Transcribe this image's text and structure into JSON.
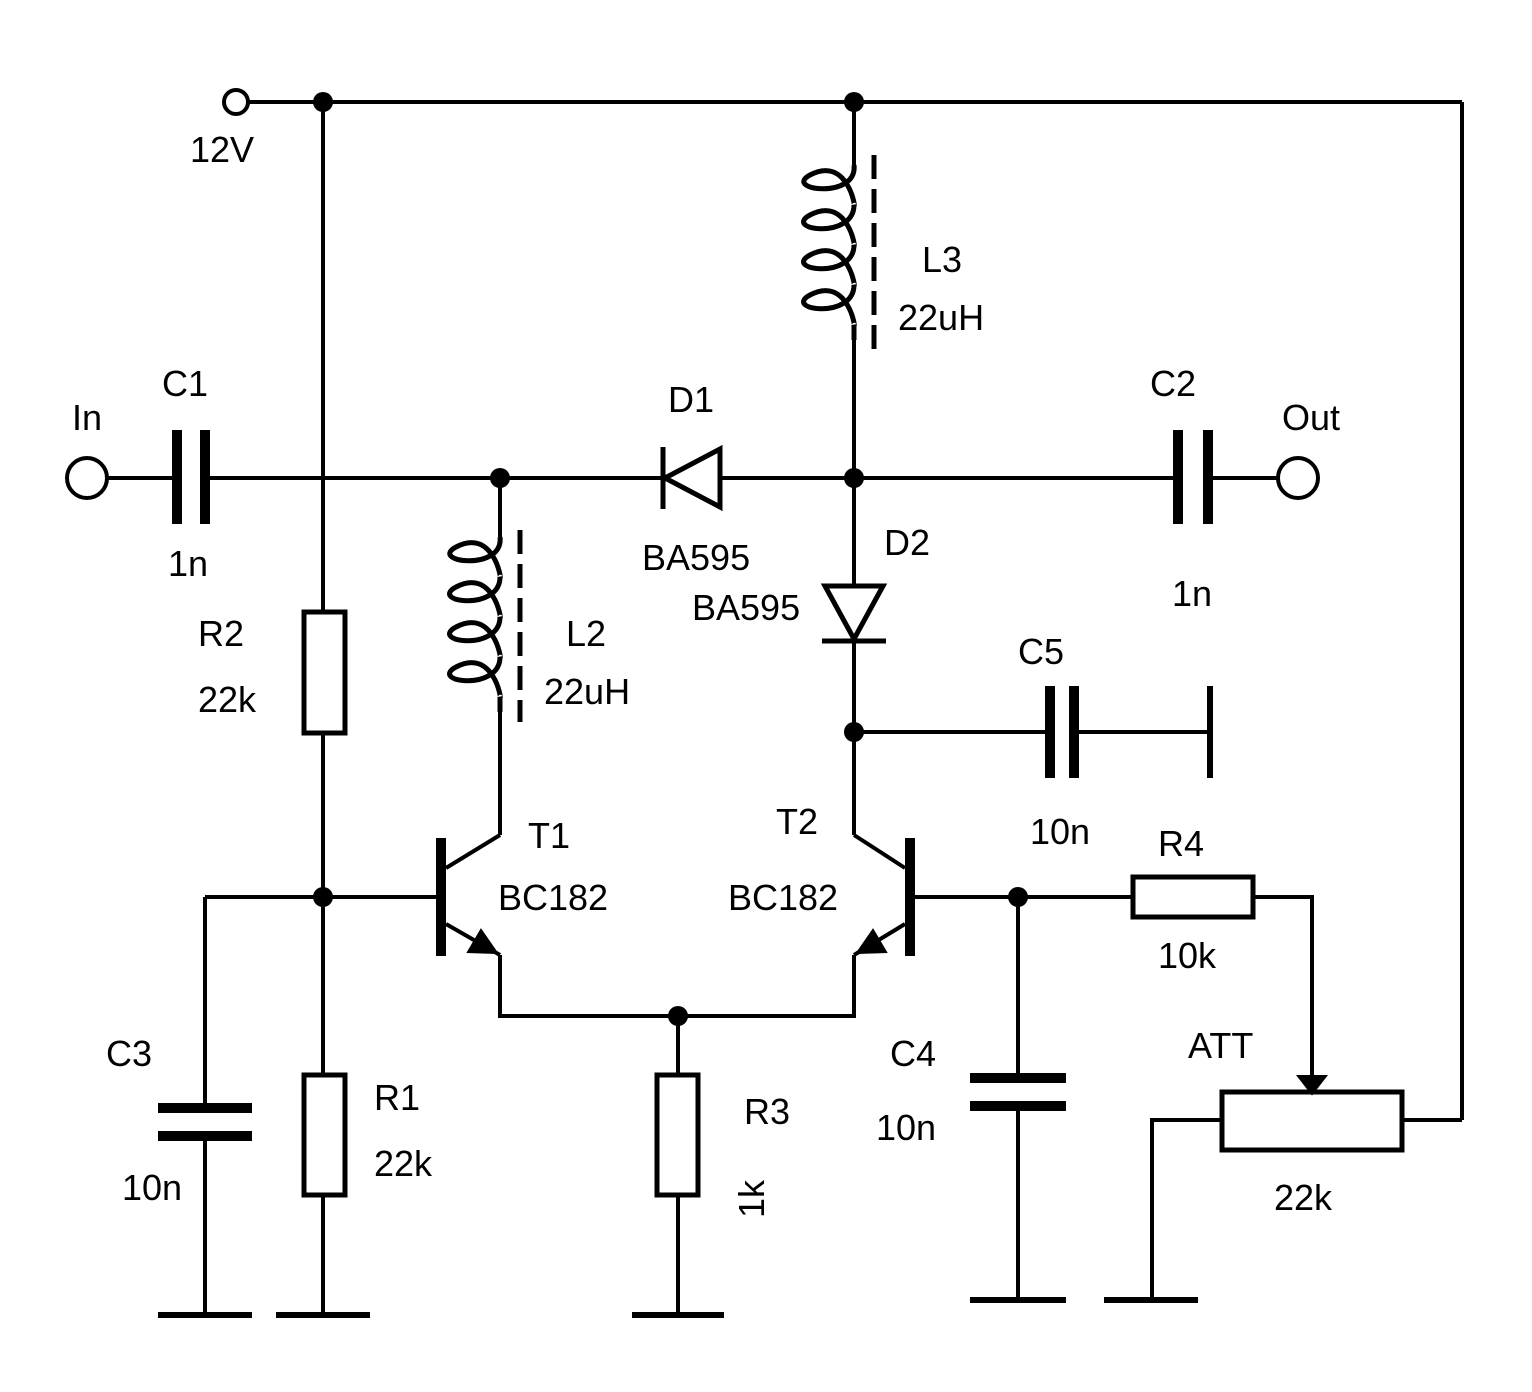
{
  "supply": {
    "label": "12V"
  },
  "terminals": {
    "input": "In",
    "output": "Out"
  },
  "components": {
    "C1": {
      "ref": "C1",
      "value": "1n"
    },
    "C2": {
      "ref": "C2",
      "value": "1n"
    },
    "C3": {
      "ref": "C3",
      "value": "10n"
    },
    "C4": {
      "ref": "C4",
      "value": "10n"
    },
    "C5": {
      "ref": "C5",
      "value": "10n"
    },
    "R1": {
      "ref": "R1",
      "value": "22k"
    },
    "R2": {
      "ref": "R2",
      "value": "22k"
    },
    "R3": {
      "ref": "R3",
      "value": "1k"
    },
    "R4": {
      "ref": "R4",
      "value": "10k"
    },
    "ATT": {
      "ref": "ATT",
      "value": "22k"
    },
    "L2": {
      "ref": "L2",
      "value": "22uH"
    },
    "L3": {
      "ref": "L3",
      "value": "22uH"
    },
    "D1": {
      "ref": "D1",
      "value": "BA595"
    },
    "D2": {
      "ref": "D2",
      "value": "BA595"
    },
    "T1": {
      "ref": "T1",
      "value": "BC182"
    },
    "T2": {
      "ref": "T2",
      "value": "BC182"
    }
  }
}
